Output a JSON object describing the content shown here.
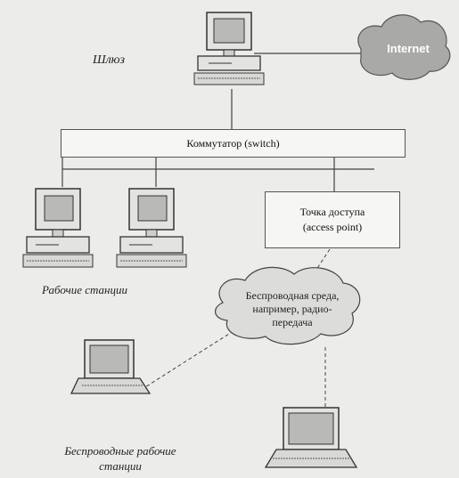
{
  "nodes": {
    "server_label": "Шлюз",
    "internet_label": "Internet",
    "switch_label": "Коммутатор (switch)",
    "access_point_label_line1": "Точка доступа",
    "access_point_label_line2": "(access point)",
    "workstations_label": "Рабочие станции",
    "wireless_medium_line1": "Беспроводная среда,",
    "wireless_medium_line2": "например, радио-",
    "wireless_medium_line3": "передача",
    "wireless_workstations_line1": "Беспроводные рабочие",
    "wireless_workstations_line2": "станции"
  },
  "colors": {
    "line": "#444444",
    "device_fill": "#e3e3e1",
    "screen_fill": "#b9b9b7",
    "cloud_fill": "#a9a9a7",
    "cloud_wireless_fill": "#dcdcda"
  }
}
